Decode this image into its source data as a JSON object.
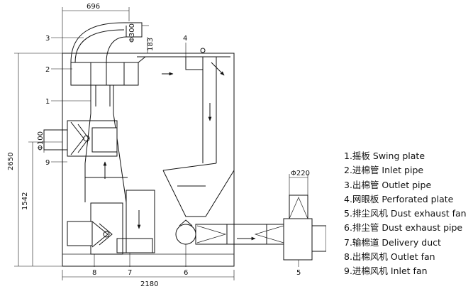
{
  "dimensions": {
    "top_width": "696",
    "pipe_dia": "Φ300",
    "gap": "183",
    "total_height": "2650",
    "lower_height": "1542",
    "inlet_fan_dia": "Φ100",
    "total_width": "2180",
    "fan_dia": "Φ220"
  },
  "callouts": [
    "1",
    "2",
    "3",
    "4",
    "5",
    "6",
    "7",
    "8",
    "9"
  ],
  "legend": [
    "1.摇板 Swing plate",
    "2.进棉管 Inlet pipe",
    "3.出棉管 Outlet pipe",
    "4.网眼板 Perforated plate",
    "5.排尘风机 Dust exhaust fan",
    "6.排尘管 Dust exhaust pipe",
    "7.输棉道 Delivery duct",
    "8.出棉风机 Outlet fan",
    "9.进棉风机 Inlet fan"
  ]
}
